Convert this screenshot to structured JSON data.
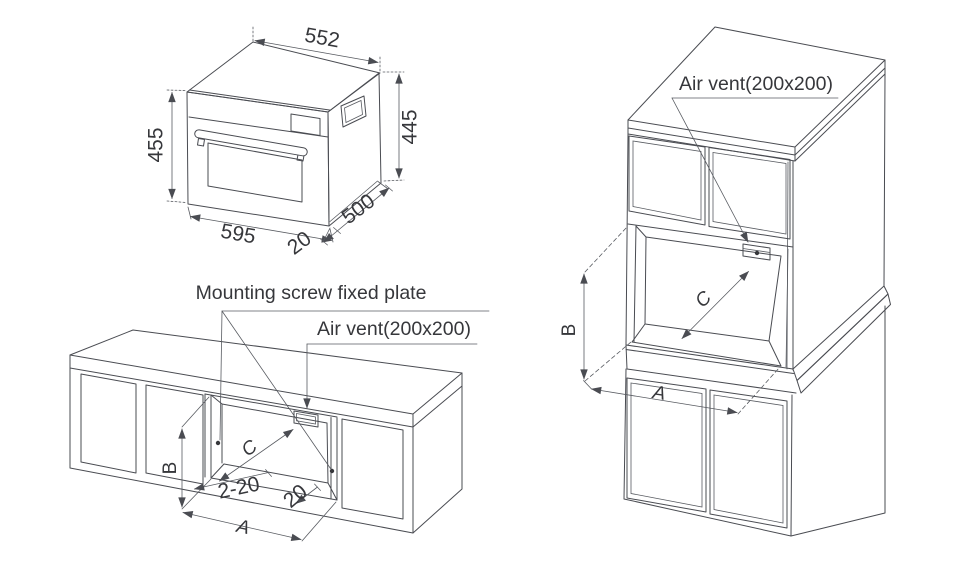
{
  "title": "Built-in oven installation dimensions diagram",
  "colors": {
    "background": "#ffffff",
    "line": "#4a4c52",
    "text": "#36373b"
  },
  "oven_view": {
    "description": "isometric oven with outer dimensions",
    "dim_top_width": "552",
    "dim_right_height": "445",
    "dim_left_height": "455",
    "dim_bottom_width": "595",
    "dim_door_thickness": "20",
    "dim_depth": "500"
  },
  "counter_view": {
    "description": "base cabinet niche installation",
    "label_mounting_plate": "Mounting screw fixed plate",
    "label_air_vent": "Air vent(200x200)",
    "dim_niche_height": "B",
    "dim_niche_depth": "C",
    "dim_niche_width": "A",
    "dim_gap_range": "2-20",
    "dim_side_gap": "20"
  },
  "tall_view": {
    "description": "tall cabinet niche installation",
    "label_air_vent": "Air vent(200x200)",
    "dim_niche_height": "B",
    "dim_niche_depth": "C",
    "dim_niche_width": "A"
  }
}
